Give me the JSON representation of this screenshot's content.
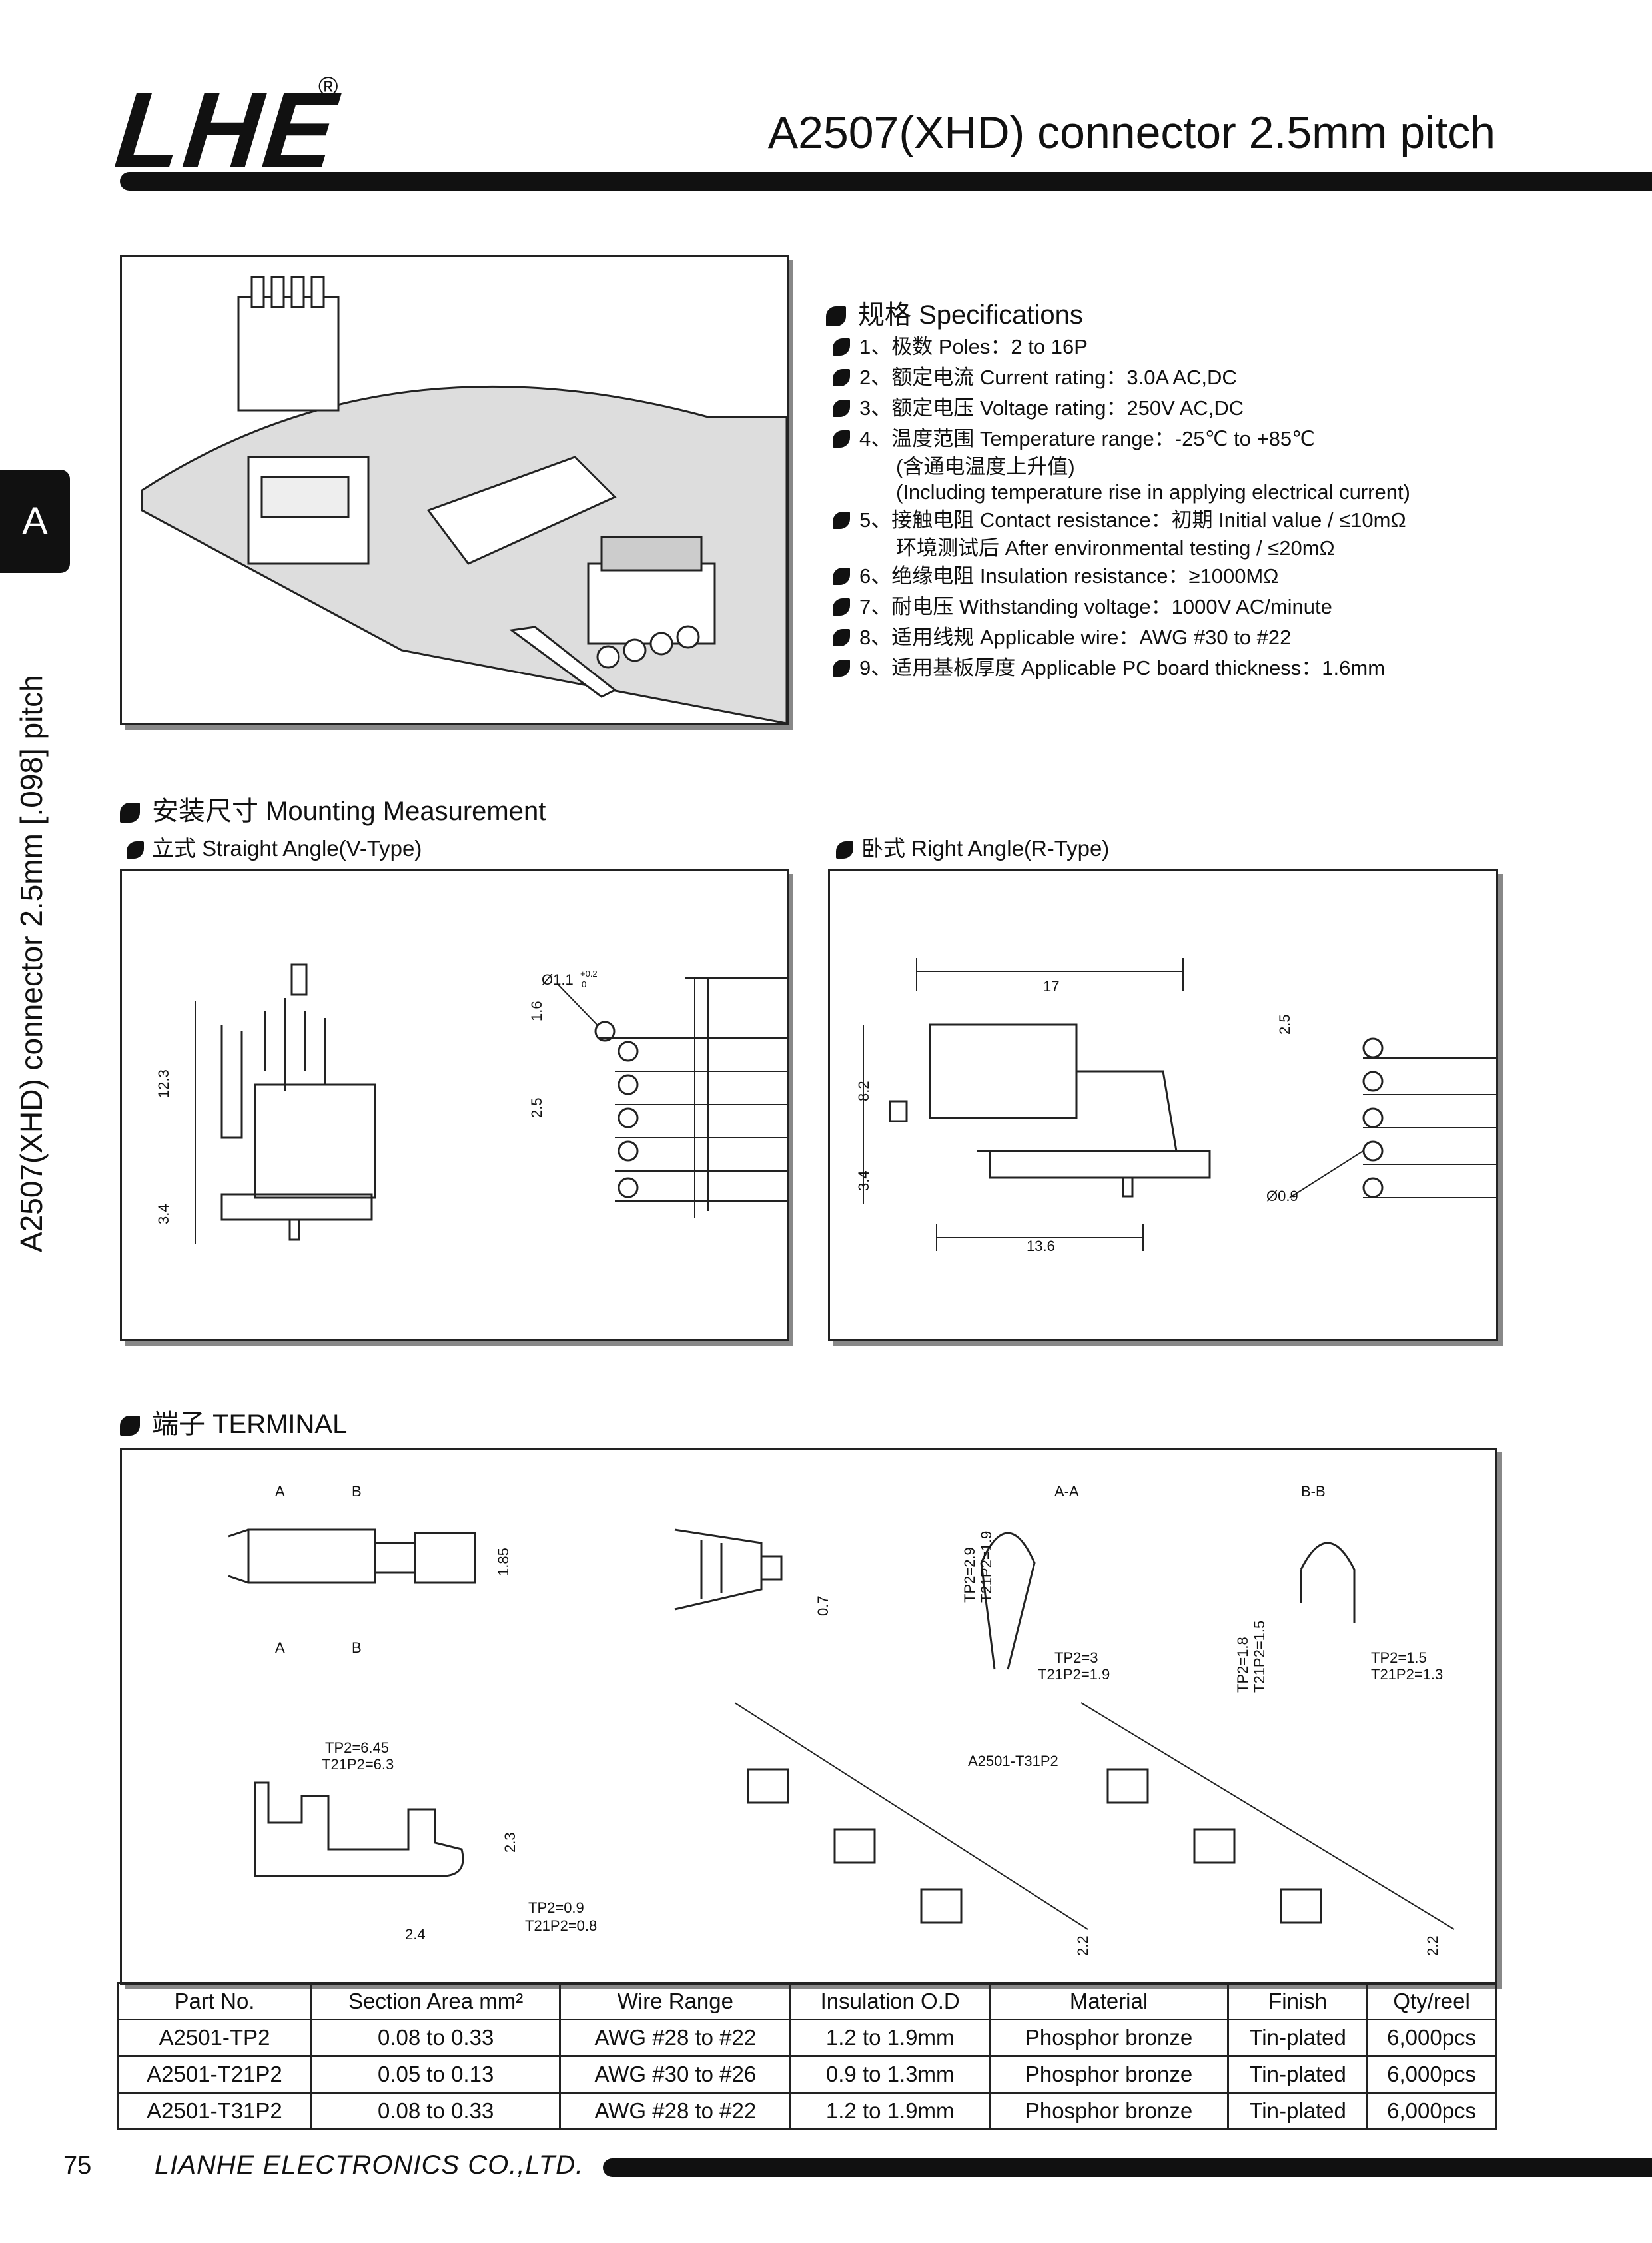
{
  "header": {
    "logo": "LHE",
    "registered": "®",
    "title": "A2507(XHD) connector 2.5mm pitch"
  },
  "side": {
    "tab": "A",
    "vertical_title": "A2507(XHD) connector 2.5mm [.098] pitch"
  },
  "specs": {
    "heading": "规格 Specifications",
    "items": [
      "1、极数 Poles：2 to 16P",
      "2、额定电流 Current rating：3.0A  AC,DC",
      "3、额定电压 Voltage rating：250V  AC,DC",
      "4、温度范围 Temperature range：-25℃ to +85℃",
      "5、接触电阻 Contact resistance：初期 Initial value / ≤10mΩ",
      "6、绝缘电阻 Insulation resistance：≥1000MΩ",
      "7、耐电压 Withstanding voltage：1000V  AC/minute",
      "8、适用线规 Applicable wire：AWG #30 to #22",
      "9、适用基板厚度 Applicable PC board thickness：1.6mm"
    ],
    "item4_cont1": "(含通电温度上升值)",
    "item4_cont2": "(Including temperature rise in applying electrical current)",
    "item5_cont": "环境测试后 After environmental testing / ≤20mΩ"
  },
  "mounting": {
    "heading": "安装尺寸 Mounting Measurement",
    "straight_label": "立式 Straight Angle(V-Type)",
    "right_label": "卧式 Right Angle(R-Type)",
    "v_dims": {
      "h1": "12.3",
      "h2": "3.4",
      "pitch": "2.5",
      "hole_off": "1.6",
      "hole": "Ø1.1",
      "tol_up": "+0.2",
      "tol_dn": "0"
    },
    "r_dims": {
      "w": "17",
      "h1": "8.2",
      "h2": "3.4",
      "w2": "13.6",
      "pitch": "2.5",
      "hole": "Ø0.9"
    }
  },
  "terminal": {
    "heading": "端子 TERMINAL",
    "sec_a": "A",
    "sec_b": "B",
    "aa": "A-A",
    "bb": "B-B",
    "d185": "1.85",
    "d07": "0.7",
    "aa_h1": "TP2=2.9",
    "aa_h2": "T21P2=1.9",
    "aa_w1": "TP2=3",
    "aa_w2": "T21P2=1.9",
    "bb_h1": "TP2=1.8",
    "bb_h2": "T21P2=1.5",
    "bb_w1": "TP2=1.5",
    "bb_w2": "T21P2=1.3",
    "len1": "TP2=6.45",
    "len2": "T21P2=6.3",
    "d23": "2.3",
    "d24": "2.4",
    "t1": "TP2=0.9",
    "t2": "T21P2=0.8",
    "reel_label": "A2501-T31P2",
    "reel_pitch": "2.2"
  },
  "table": {
    "headers": [
      "Part No.",
      "Section Area mm²",
      "Wire Range",
      "Insulation O.D",
      "Material",
      "Finish",
      "Qty/reel"
    ],
    "rows": [
      [
        "A2501-TP2",
        "0.08 to 0.33",
        "AWG #28 to #22",
        "1.2 to 1.9mm",
        "Phosphor bronze",
        "Tin-plated",
        "6,000pcs"
      ],
      [
        "A2501-T21P2",
        "0.05 to 0.13",
        "AWG #30 to #26",
        "0.9 to 1.3mm",
        "Phosphor bronze",
        "Tin-plated",
        "6,000pcs"
      ],
      [
        "A2501-T31P2",
        "0.08 to 0.33",
        "AWG #28 to #22",
        "1.2 to 1.9mm",
        "Phosphor bronze",
        "Tin-plated",
        "6,000pcs"
      ]
    ]
  },
  "footer": {
    "page": "75",
    "company": "LIANHE ELECTRONICS CO.,LTD."
  }
}
